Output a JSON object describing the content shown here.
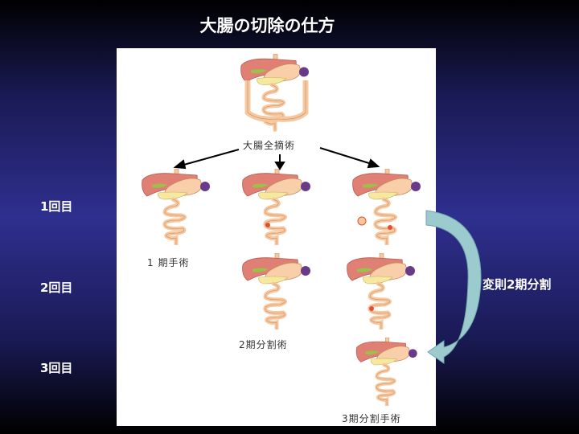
{
  "title": "大腸の切除の仕方",
  "rows": [
    "1回目",
    "2回目",
    "3回目"
  ],
  "side_label": "変則2期分割",
  "diagram": {
    "top_label": "大腸全摘術",
    "labels": [
      "1 期手術",
      "2期分割術",
      "3期分割手術"
    ]
  },
  "colors": {
    "liver": "#e07f74",
    "stomach": "#f8cfa8",
    "bowel": "#f6c8a0",
    "gall": "#9cc04a",
    "spleen": "#6a3a8a",
    "arrow": "#9ccbcf"
  }
}
